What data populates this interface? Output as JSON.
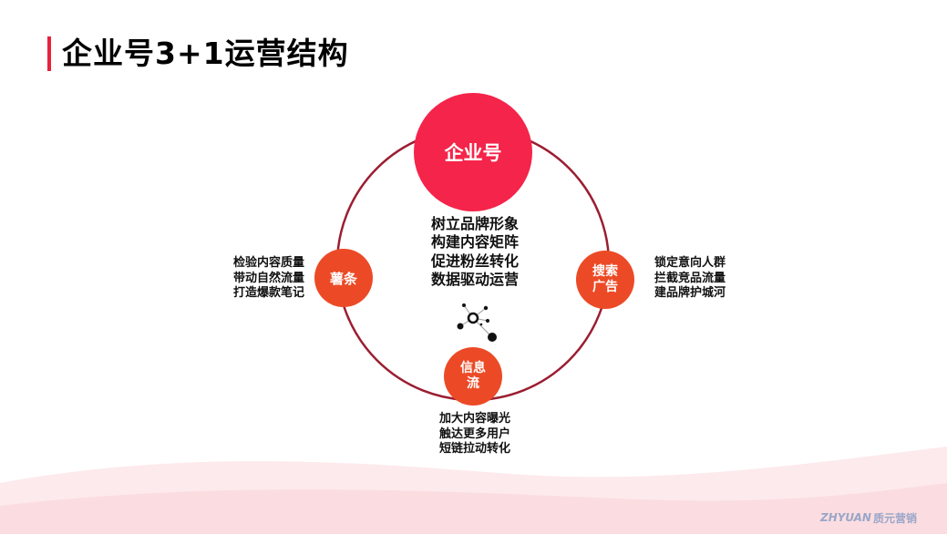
{
  "title": "企业号3+1运营结构",
  "colors": {
    "accent_red": "#e8213c",
    "hub_red": "#f5244a",
    "node_orange": "#ec4a26",
    "ring": "#9b1e32"
  },
  "hub": {
    "label": "企业号",
    "points": [
      "树立品牌形象",
      "构建内容矩阵",
      "促进粉丝转化",
      "数据驱动运营"
    ]
  },
  "nodes": {
    "left": {
      "label": "薯条",
      "points": [
        "检验内容质量",
        "带动自然流量",
        "打造爆款笔记"
      ]
    },
    "right": {
      "label_lines": [
        "搜索",
        "广告"
      ],
      "points": [
        "锁定意向人群",
        "拦截竞品流量",
        "建品牌护城河"
      ]
    },
    "bottom": {
      "label_lines": [
        "信息",
        "流"
      ],
      "points": [
        "加大内容曝光",
        "触达更多用户",
        "短链拉动转化"
      ]
    }
  },
  "center_icon": "network-nodes-icon",
  "logo": {
    "latin": "ZHYUAN",
    "cjk": "质元营销"
  }
}
